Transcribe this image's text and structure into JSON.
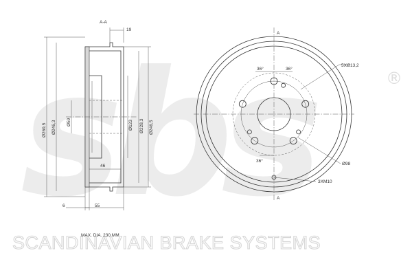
{
  "watermark": {
    "logo": "sbs",
    "registered_mark": "®",
    "company_line": "SCANDINAVIAN BRAKE SYSTEMS"
  },
  "section_view": {
    "section_label": "A-A",
    "dimensions": {
      "width_top": "19",
      "outer_diameter": "Ø269,5",
      "flange_diameter": "Ø246,3",
      "pilot_diameter": "Ø59",
      "hub_diameter": "Ø123",
      "braking_diameter": "Ø228,3",
      "shoe_diameter": "Ø246,5",
      "depth_46": "46",
      "thickness_6": "6",
      "height_55": "55"
    },
    "note": "MAX. DIA. 230 MM"
  },
  "front_view": {
    "section_marker_top": "A",
    "section_marker_bottom": "A",
    "angle_left": "36°",
    "angle_right": "36°",
    "angle_bottom": "36°",
    "bolt_holes": "5XØ13,2",
    "bolt_circle": "Ø98",
    "thread": "3XM10"
  }
}
